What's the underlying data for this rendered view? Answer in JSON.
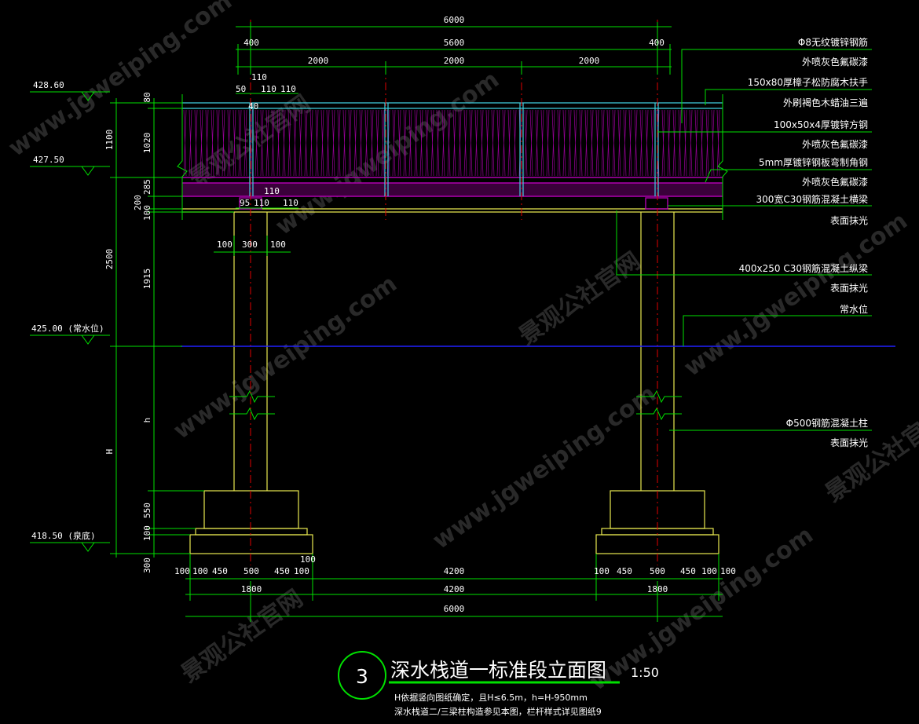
{
  "drawing": {
    "dims_top": {
      "overall": "6000",
      "left_end": "400",
      "middle": "5600",
      "right_end": "400",
      "spans": [
        "2000",
        "2000",
        "2000"
      ]
    },
    "railing_dims": {
      "d110_top": "110",
      "d50": "50",
      "d110_a": "110",
      "d110_b": "110",
      "d40": "40",
      "d110_mid": "110",
      "d95": "95",
      "d110_c": "110",
      "d110_d": "110"
    },
    "col_top_dims": [
      "100",
      "300",
      "100"
    ],
    "vert_dims_left": {
      "d1100": "1100",
      "d2500": "2500",
      "dH": "H"
    },
    "vert_dims_inner": {
      "d80": "80",
      "d1020": "1020",
      "d285": "285",
      "d200": "200",
      "d100": "100",
      "d1915": "1915",
      "dh": "h",
      "d550": "550",
      "d100b": "100",
      "d300": "300"
    },
    "elevations": {
      "top_rail": "428.60",
      "deck": "427.50",
      "water": "425.00 (常水位)",
      "bed": "418.50 (泉底)"
    },
    "dims_bottom": {
      "left_parts": [
        "100",
        "100",
        "450",
        "500",
        "450",
        "100",
        "100"
      ],
      "right_parts": [
        "100",
        "450",
        "500",
        "450",
        "100",
        "100"
      ],
      "left_footing": "1800",
      "right_footing": "1800",
      "clear_upper": "4200",
      "clear_lower": "4200",
      "overall": "6000"
    },
    "annotations": [
      "Φ8无纹镀锌钢筋",
      "外喷灰色氟碳漆",
      "150x80厚樟子松防腐木扶手",
      "外刷褐色木蜡油三遍",
      "100x50x4厚镀锌方钢",
      "外喷灰色氟碳漆",
      "5mm厚镀锌钢板弯制角钢",
      "外喷灰色氟碳漆",
      "300宽C30钢筋混凝土横梁",
      "表面抹光",
      "400x250 C30钢筋混凝土纵梁",
      "表面抹光",
      "常水位",
      "Φ500钢筋混凝土柱",
      "表面抹光"
    ],
    "title_number": "3",
    "title": "深水栈道一标准段立面图",
    "scale": "1:50",
    "notes": [
      "H依据竖向图纸确定，且H≤6.5m，h=H-950mm",
      "深水栈道二/三梁柱构造参见本图，栏杆样式详见图纸9"
    ],
    "watermark": [
      "www.jgweiping.com",
      "景观公社官网"
    ]
  },
  "colors": {
    "background": "#000000",
    "dimension": "#00e000",
    "structure": "#e8e850",
    "steel": "#40d0e0",
    "centerline": "#e00000",
    "rail_infill": "#b000b0",
    "water": "#2020ff"
  }
}
